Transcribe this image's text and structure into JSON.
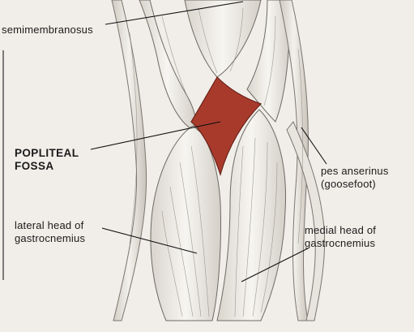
{
  "colors": {
    "background": "#f1eee9",
    "fossa": "#a83a2c",
    "muscle_stroke": "#6d6a64",
    "leader": "#111111"
  },
  "labels": {
    "semimembranosus": "semimembranosus",
    "popliteal_fossa": [
      "POPLITEAL",
      "FOSSA"
    ],
    "pes_anserinus": [
      "pes anserinus",
      "(goosefoot)"
    ],
    "lateral_head": [
      "lateral head of",
      "gastrocnemius"
    ],
    "medial_head": [
      "medial head of",
      "gastrocnemius"
    ]
  }
}
